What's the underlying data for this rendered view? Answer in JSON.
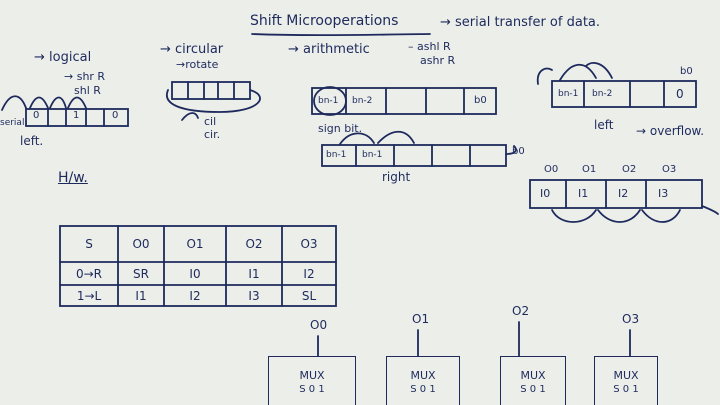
{
  "title": "Shift Microoperations",
  "title_note": "→ serial transfer of data.",
  "types": {
    "logical": "→ logical",
    "logical_shr": "→ shr R",
    "logical_shl": "shl R",
    "circular": "→ circular",
    "rotate": "→rotate",
    "cil": "cil",
    "cir": "cir.",
    "arithmetic": "→ arithmetic",
    "ashl": "– ashl R",
    "ashr": "ashr R"
  },
  "logical_reg": {
    "in_label": "serial",
    "cells": [
      "0",
      "",
      "1",
      "",
      "0"
    ],
    "left_label": "left."
  },
  "arith_reg": {
    "cells": [
      "bn-1",
      "bn-2",
      "",
      "",
      "b0"
    ],
    "sign_label": "sign bit."
  },
  "right_reg": {
    "cells": [
      "bn-1",
      "bn-1",
      "",
      "",
      ""
    ],
    "b0": "b0",
    "label": "right"
  },
  "left_reg": {
    "b0_top": "b0",
    "cells": [
      "bn-1",
      "bn-2",
      "",
      "0"
    ],
    "label": "left",
    "overflow": "→ overflow."
  },
  "hw_label": "H/w.",
  "io_reg": {
    "outputs": [
      "O0",
      "O1",
      "O2",
      "O3"
    ],
    "inputs": [
      "I0",
      "I1",
      "I2",
      "I3"
    ]
  },
  "table": {
    "header": [
      "S",
      "O0",
      "O1",
      "O2",
      "O3"
    ],
    "rows": [
      [
        "0→R",
        "SR",
        "I0",
        "I1",
        "I2"
      ],
      [
        "1→L",
        "I1",
        "I2",
        "I3",
        "SL"
      ]
    ]
  },
  "muxes": [
    {
      "out": "O0",
      "label": "MUX",
      "sel": "S 0 1"
    },
    {
      "out": "O1",
      "label": "MUX",
      "sel": "S 0 1"
    },
    {
      "out": "O2",
      "label": "MUX",
      "sel": "S 0 1"
    },
    {
      "out": "O3",
      "label": "MUX",
      "sel": "S 0 1"
    }
  ]
}
